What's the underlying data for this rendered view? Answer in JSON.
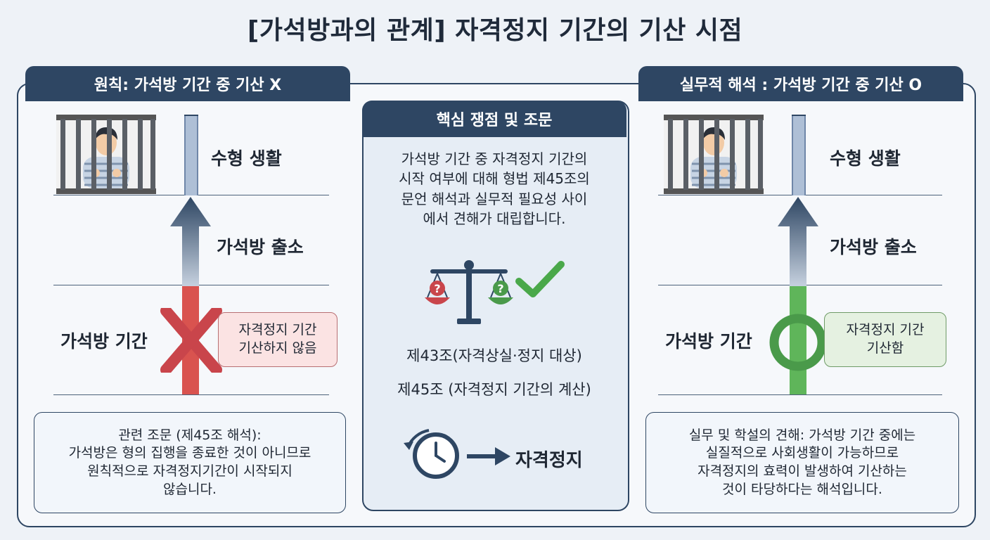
{
  "title": "[가석방과의 관계] 자격정지 기간의 기산 시점",
  "left": {
    "header": "원칙: 가석방 기간 중 기산 X",
    "label_prison": "수형 생활",
    "label_release": "가석방 출소",
    "label_parole": "가석방 기간",
    "status_line1": "자격정지 기간",
    "status_line2": "기산하지 않음",
    "note_title": "관련 조문 (제45조 해석):",
    "note_line1": "가석방은 형의 집행을 종료한 것이 아니므로",
    "note_line2": "원칙적으로 자격정지기간이 시작되지",
    "note_line3": "않습니다."
  },
  "center": {
    "header": "핵심 쟁점 및 조문",
    "desc_line1": "가석방 기간 중 자격정지 기간의",
    "desc_line2": "시작 여부에 대해 형법 제45조의",
    "desc_line3": "문언 해석과 실무적 필요성 사이",
    "desc_line4": "에서 견해가 대립합니다.",
    "article1": "제43조(자격상실·정지 대상)",
    "article2": "제45조 (자격정지 기간의 계산)",
    "result": "자격정지",
    "colors": {
      "red": "#c9454b",
      "green": "#4a9a4a",
      "navy": "#2e4663"
    }
  },
  "right": {
    "header": "실무적 해석 : 가석방 기간 중 기산 O",
    "label_prison": "수형 생활",
    "label_release": "가석방 출소",
    "label_parole": "가석방 기간",
    "status_line1": "자격정지 기간",
    "status_line2": "기산함",
    "note_line1": "실무 및 학설의 견해: 가석방 기간 중에는",
    "note_line2": "실질적으로 사회생활이 가능하므로",
    "note_line3": "자격정지의 효력이 발생하여 기산하는",
    "note_line4": "것이 타당하다는 해석입니다."
  },
  "icons": [
    "prison-bars-icon",
    "up-arrow-icon",
    "x-mark-icon",
    "o-mark-icon",
    "scales-icon",
    "checkmark-icon",
    "clock-icon",
    "right-arrow-icon"
  ]
}
